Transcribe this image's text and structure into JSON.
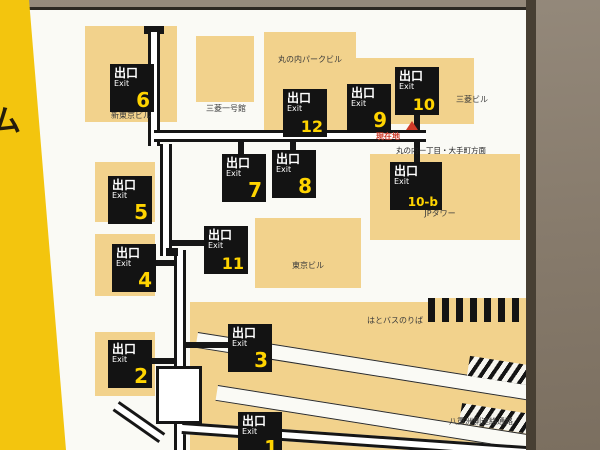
{
  "sign": {
    "frame_partial_text": "ム",
    "current_location_label": "現在地",
    "direction_label": "丸の内一丁目・大手町方面",
    "buildings": [
      {
        "name": "丸の内パークビル"
      },
      {
        "name": "三菱ビル"
      },
      {
        "name": "新東京ビル"
      },
      {
        "name": "三菱一号館"
      },
      {
        "name": "JPタワー"
      },
      {
        "name": "東京ビル"
      }
    ],
    "areas": [
      {
        "name": "はとバスのりば"
      },
      {
        "name": "八重洲側連絡通路"
      }
    ],
    "exits": [
      {
        "jp": "出口",
        "en": "Exit",
        "num": "6"
      },
      {
        "jp": "出口",
        "en": "Exit",
        "num": "12"
      },
      {
        "jp": "出口",
        "en": "Exit",
        "num": "9"
      },
      {
        "jp": "出口",
        "en": "Exit",
        "num": "10"
      },
      {
        "jp": "出口",
        "en": "Exit",
        "num": "7"
      },
      {
        "jp": "出口",
        "en": "Exit",
        "num": "8"
      },
      {
        "jp": "出口",
        "en": "Exit",
        "num": "10-b"
      },
      {
        "jp": "出口",
        "en": "Exit",
        "num": "5"
      },
      {
        "jp": "出口",
        "en": "Exit",
        "num": "11"
      },
      {
        "jp": "出口",
        "en": "Exit",
        "num": "4"
      },
      {
        "jp": "出口",
        "en": "Exit",
        "num": "3"
      },
      {
        "jp": "出口",
        "en": "Exit",
        "num": "2"
      },
      {
        "jp": "出口",
        "en": "Exit",
        "num": "1"
      }
    ],
    "colors": {
      "frame_yellow": "#f3c50e",
      "building_tan": "#f2d28c",
      "exit_number_yellow": "#ffd400",
      "marker_red": "#cf3a28",
      "line_black": "#161616",
      "wall_brown": "#8a7d6e"
    }
  }
}
